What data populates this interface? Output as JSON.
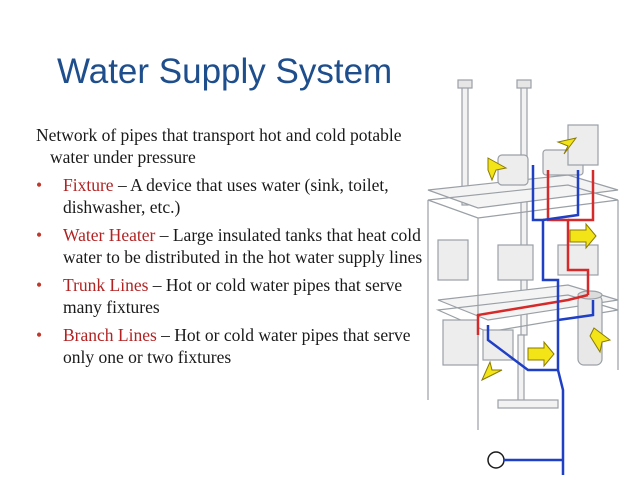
{
  "slide": {
    "title": "Water Supply System",
    "intro": "Network of pipes that transport hot and cold potable water under pressure",
    "bullets": [
      {
        "term": "Fixture",
        "desc": " – A device that uses water (sink, toilet, dishwasher, etc.)"
      },
      {
        "term": "Water Heater",
        "desc": " – Large insulated tanks that heat cold water to be distributed in the hot water supply lines"
      },
      {
        "term": "Trunk Lines",
        "desc": " – Hot or cold water pipes that serve many fixtures"
      },
      {
        "term": "Branch Lines",
        "desc": " – Hot or cold water pipes that serve only one or two fixtures"
      }
    ],
    "bullet_glyph": "•"
  },
  "colors": {
    "title": "#1f4e8c",
    "term": "#b22222",
    "hot_line": "#d62a2a",
    "cold_line": "#1f3fc4",
    "arrow": "#f2e417"
  },
  "diagram": {
    "icon": "plumbing-diagram-icon",
    "arrow_icon": "pointer-arrow-icon"
  }
}
